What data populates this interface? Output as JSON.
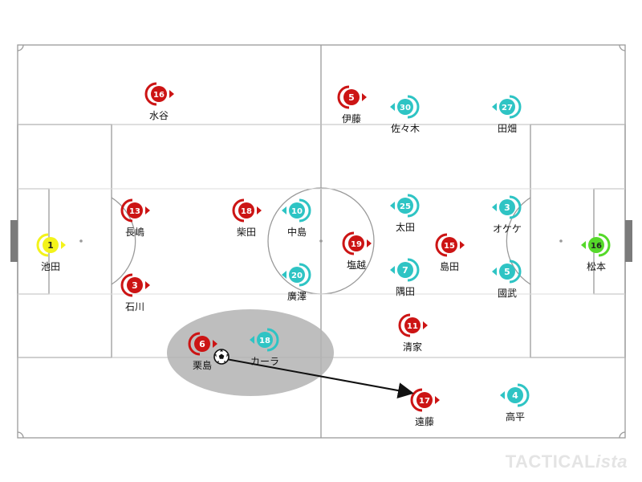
{
  "watermark": {
    "brand": "TACTICAL",
    "brand_suffix": "ista"
  },
  "colors": {
    "red_team": "#cc1414",
    "teal_team": "#2ec4c4",
    "red_keeper": "#f3f31a",
    "teal_keeper": "#55d92a",
    "pitch_line": "#9a9a9a",
    "highlight": "#b3b3b3"
  },
  "players": [
    {
      "team": "red",
      "number": "1",
      "name": "池田",
      "facing": "right",
      "keeper": true
    },
    {
      "team": "red",
      "number": "16",
      "name": "水谷",
      "facing": "right"
    },
    {
      "team": "red",
      "number": "13",
      "name": "長嶋",
      "facing": "right"
    },
    {
      "team": "red",
      "number": "3",
      "name": "石川",
      "facing": "right"
    },
    {
      "team": "red",
      "number": "18",
      "name": "柴田",
      "facing": "right"
    },
    {
      "team": "red",
      "number": "6",
      "name": "栗島",
      "facing": "right"
    },
    {
      "team": "red",
      "number": "5",
      "name": "伊藤",
      "facing": "right"
    },
    {
      "team": "red",
      "number": "19",
      "name": "塩越",
      "facing": "right"
    },
    {
      "team": "red",
      "number": "15",
      "name": "島田",
      "facing": "right"
    },
    {
      "team": "red",
      "number": "11",
      "name": "清家",
      "facing": "right"
    },
    {
      "team": "red",
      "number": "17",
      "name": "遠藤",
      "facing": "right"
    },
    {
      "team": "teal",
      "number": "16",
      "name": "松本",
      "facing": "left",
      "keeper": true
    },
    {
      "team": "teal",
      "number": "30",
      "name": "佐々木",
      "facing": "left"
    },
    {
      "team": "teal",
      "number": "27",
      "name": "田畑",
      "facing": "left"
    },
    {
      "team": "teal",
      "number": "10",
      "name": "中島",
      "facing": "left"
    },
    {
      "team": "teal",
      "number": "20",
      "name": "廣澤",
      "facing": "left"
    },
    {
      "team": "teal",
      "number": "18",
      "name": "カーラ",
      "facing": "left"
    },
    {
      "team": "teal",
      "number": "25",
      "name": "太田",
      "facing": "left"
    },
    {
      "team": "teal",
      "number": "3",
      "name": "オケケ",
      "facing": "left"
    },
    {
      "team": "teal",
      "number": "7",
      "name": "隅田",
      "facing": "left"
    },
    {
      "team": "teal",
      "number": "5",
      "name": "國武",
      "facing": "left"
    },
    {
      "team": "teal",
      "number": "4",
      "name": "高平",
      "facing": "left"
    }
  ],
  "ball_carrier": "栗島",
  "pass_target": "遠藤"
}
